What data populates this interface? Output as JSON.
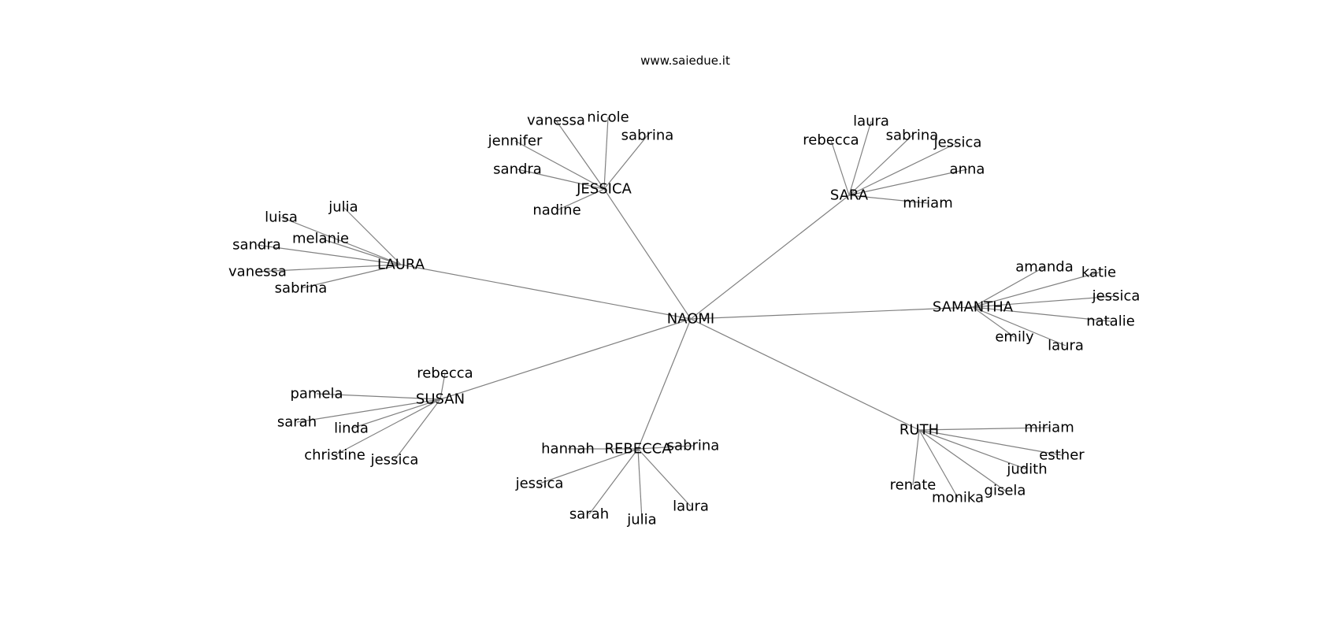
{
  "graph": {
    "caption": "www.saiedue.it",
    "root": "NAOMI",
    "edge_color": "#808080",
    "clusters": [
      {
        "name": "LAURA",
        "leaves": [
          "julia",
          "luisa",
          "melanie",
          "sandra",
          "vanessa",
          "sabrina"
        ]
      },
      {
        "name": "JESSICA",
        "leaves": [
          "vanessa",
          "nicole",
          "jennifer",
          "sabrina",
          "sandra",
          "nadine"
        ]
      },
      {
        "name": "SARA",
        "leaves": [
          "laura",
          "rebecca",
          "sabrina",
          "jessica",
          "anna",
          "miriam"
        ]
      },
      {
        "name": "SAMANTHA",
        "leaves": [
          "amanda",
          "katie",
          "jessica",
          "natalie",
          "emily",
          "laura"
        ]
      },
      {
        "name": "RUTH",
        "leaves": [
          "miriam",
          "esther",
          "judith",
          "gisela",
          "monika",
          "renate"
        ]
      },
      {
        "name": "REBECCA",
        "leaves": [
          "hannah",
          "sabrina",
          "jessica",
          "sarah",
          "julia",
          "laura"
        ]
      },
      {
        "name": "SUSAN",
        "leaves": [
          "rebecca",
          "pamela",
          "sarah",
          "linda",
          "christine",
          "jessica"
        ]
      }
    ]
  }
}
